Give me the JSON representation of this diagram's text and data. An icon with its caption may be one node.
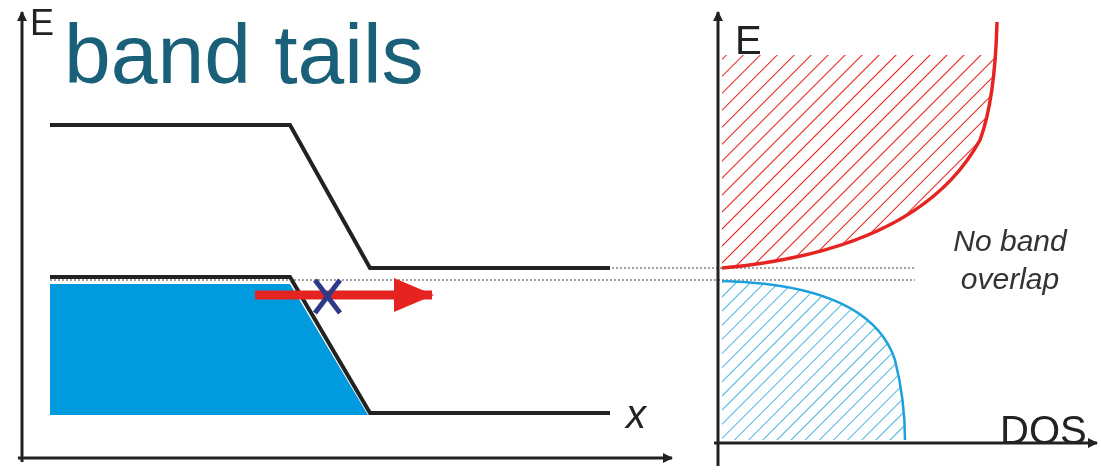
{
  "diagram": {
    "title": "band tails",
    "labels": [
      "E",
      "x",
      "E",
      "No band overlap",
      "DOS"
    ]
  }
}
